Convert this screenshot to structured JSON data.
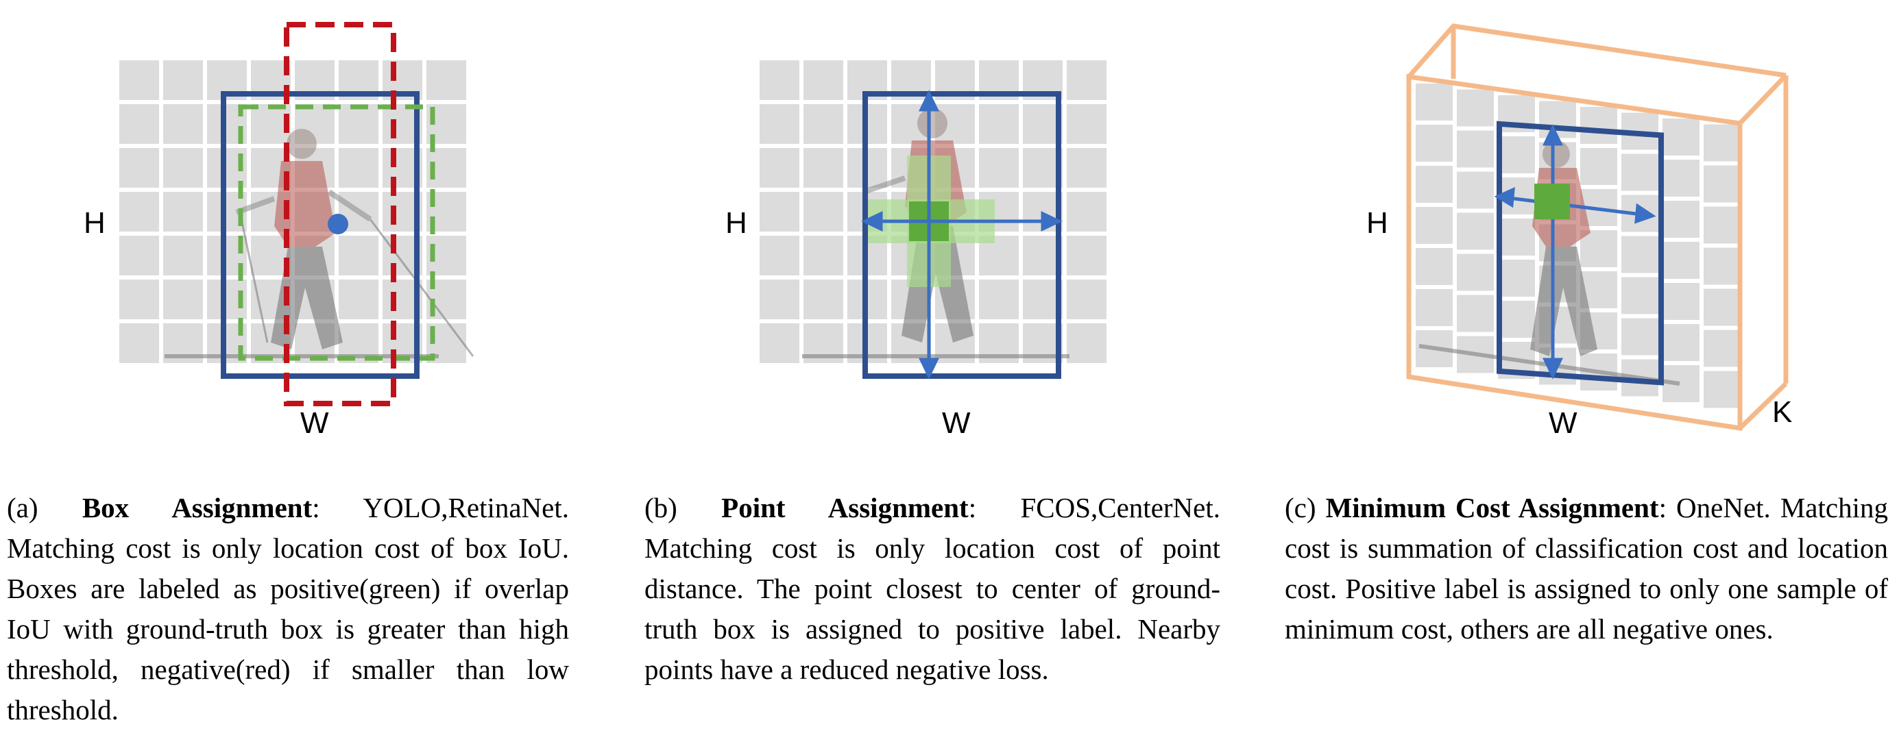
{
  "panels": [
    {
      "id": "a",
      "axis_h": "H",
      "axis_w": "W",
      "caption_prefix": "(a) ",
      "caption_title": "Box Assignment",
      "caption_body": ":  YOLO,RetinaNet. Matching cost is only location cost of box IoU. Boxes are labeled as positive(green) if overlap IoU with ground-truth box is greater than high threshold, negative(red) if smaller than low threshold."
    },
    {
      "id": "b",
      "axis_h": "H",
      "axis_w": "W",
      "caption_prefix": "(b) ",
      "caption_title": "Point Assignment",
      "caption_body": ": FCOS,CenterNet. Matching cost is only location cost of point distance. The point closest to center of ground-truth box is assigned to positive label. Nearby points have a reduced negative loss."
    },
    {
      "id": "c",
      "axis_h": "H",
      "axis_w": "W",
      "axis_k": "K",
      "caption_prefix": "(c) ",
      "caption_title": "Minimum Cost Assignment",
      "caption_body": ":  OneNet. Matching cost is summation of classification cost and location cost.  Positive label is assigned to only one sample of minimum cost, others are all negative ones."
    }
  ],
  "colors": {
    "ground_truth_box": "#2e4f8f",
    "positive": "#6ab04c",
    "negative": "#c0121a",
    "arrow": "#3a6fc4",
    "feature_volume": "#f5b989",
    "grid_cell": "#dcdcdc"
  }
}
